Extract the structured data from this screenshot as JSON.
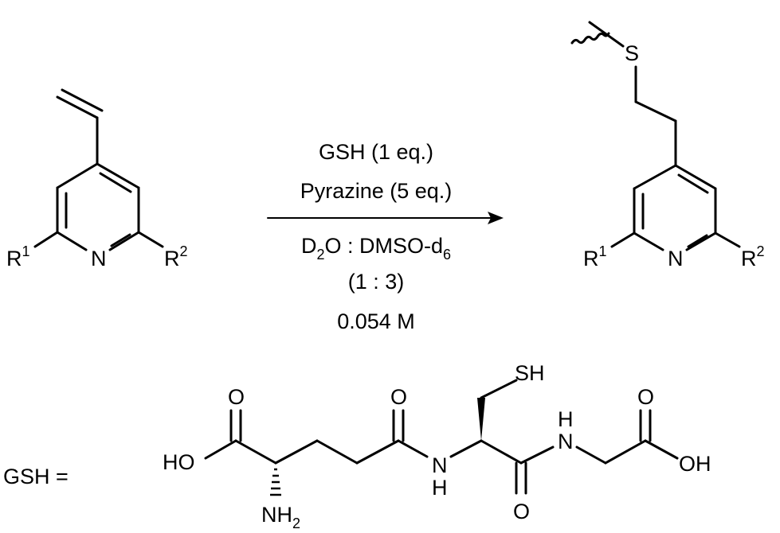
{
  "reactant": {
    "n_label": "N",
    "r1": "R",
    "r1_sup": "1",
    "r2": "R",
    "r2_sup": "2"
  },
  "arrow": {
    "above": [
      "GSH (1 eq.)",
      "Pyrazine (5 eq.)"
    ],
    "solvent": {
      "a": "D",
      "a_sub": "2",
      "b": "O : DMSO-d",
      "b_sub": "6"
    },
    "ratio": "(1 : 3)",
    "concentration": "0.054 M"
  },
  "product": {
    "s_label": "S",
    "n_label": "N",
    "r1": "R",
    "r1_sup": "1",
    "r2": "R",
    "r2_sup": "2"
  },
  "gsh": {
    "prefix": "GSH =",
    "ho_left": "HO",
    "o_acid_left": "O",
    "nh2": "NH",
    "nh2_sub": "2",
    "o_amide1": "O",
    "nh_amide1": "N",
    "nh_amide1_h": "H",
    "sh": "SH",
    "o_amide2": "O",
    "nh_amide2_h": "H",
    "nh_amide2": "N",
    "o_acid_right": "O",
    "oh_right": "OH"
  }
}
